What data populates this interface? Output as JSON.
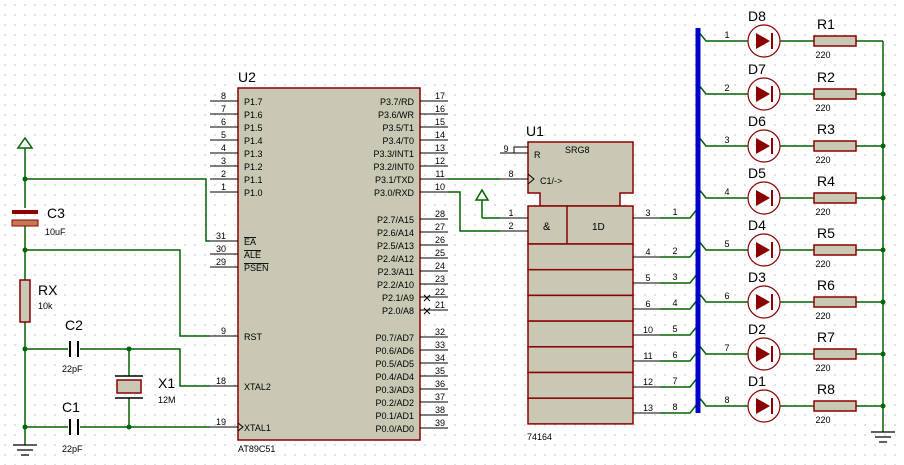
{
  "colors": {
    "wire": "#006400",
    "body": "#c8c8b4",
    "outline": "#8b0000",
    "bus": "#0000cc",
    "text": "#000000",
    "led": "#8b0000",
    "pin": "#000000"
  },
  "u2": {
    "ref": "U2",
    "part": "AT89C51",
    "left": [
      {
        "num": "8",
        "name": "P1.7"
      },
      {
        "num": "7",
        "name": "P1.6"
      },
      {
        "num": "6",
        "name": "P1.5"
      },
      {
        "num": "5",
        "name": "P1.4"
      },
      {
        "num": "4",
        "name": "P1.3"
      },
      {
        "num": "3",
        "name": "P1.2"
      },
      {
        "num": "2",
        "name": "P1.1"
      },
      {
        "num": "1",
        "name": "P1.0"
      },
      {
        "num": "31",
        "name": "EA"
      },
      {
        "num": "30",
        "name": "ALE"
      },
      {
        "num": "29",
        "name": "PSEN"
      },
      {
        "num": "9",
        "name": "RST"
      },
      {
        "num": "18",
        "name": "XTAL2"
      },
      {
        "num": "19",
        "name": "XTAL1"
      }
    ],
    "right": [
      {
        "num": "17",
        "name": "P3.7/RD"
      },
      {
        "num": "16",
        "name": "P3.6/WR"
      },
      {
        "num": "15",
        "name": "P3.5/T1"
      },
      {
        "num": "14",
        "name": "P3.4/T0"
      },
      {
        "num": "13",
        "name": "P3.3/INT1"
      },
      {
        "num": "12",
        "name": "P3.2/INT0"
      },
      {
        "num": "11",
        "name": "P3.1/TXD"
      },
      {
        "num": "10",
        "name": "P3.0/RXD"
      },
      {
        "num": "28",
        "name": "P2.7/A15"
      },
      {
        "num": "27",
        "name": "P2.6/A14"
      },
      {
        "num": "26",
        "name": "P2.5/A13"
      },
      {
        "num": "25",
        "name": "P2.4/A12"
      },
      {
        "num": "24",
        "name": "P2.3/A11"
      },
      {
        "num": "23",
        "name": "P2.2/A10"
      },
      {
        "num": "22",
        "name": "P2.1/A9"
      },
      {
        "num": "21",
        "name": "P2.0/A8"
      },
      {
        "num": "32",
        "name": "P0.7/AD7"
      },
      {
        "num": "33",
        "name": "P0.6/AD6"
      },
      {
        "num": "34",
        "name": "P0.5/AD5"
      },
      {
        "num": "35",
        "name": "P0.4/AD4"
      },
      {
        "num": "36",
        "name": "P0.3/AD3"
      },
      {
        "num": "37",
        "name": "P0.2/AD2"
      },
      {
        "num": "38",
        "name": "P0.1/AD1"
      },
      {
        "num": "39",
        "name": "P0.0/AD0"
      }
    ]
  },
  "u1": {
    "ref": "U1",
    "part": "74164",
    "title": "SRG8",
    "r_label": "R",
    "clk_label": "C1/->",
    "and_label": "&",
    "d_label": "1D",
    "in_pins": [
      {
        "num": "9"
      },
      {
        "num": "8"
      },
      {
        "num": "1"
      },
      {
        "num": "2"
      }
    ],
    "out_pins": [
      "3",
      "4",
      "5",
      "6",
      "10",
      "11",
      "12",
      "13"
    ]
  },
  "bus_labels": [
    "1",
    "2",
    "3",
    "4",
    "5",
    "6",
    "7",
    "8"
  ],
  "leds": [
    "D8",
    "D7",
    "D6",
    "D5",
    "D4",
    "D3",
    "D2",
    "D1"
  ],
  "resistors": [
    "R1",
    "R2",
    "R3",
    "R4",
    "R5",
    "R6",
    "R7",
    "R8"
  ],
  "led_res_value": "220",
  "c3": {
    "ref": "C3",
    "value": "10uF"
  },
  "rx": {
    "ref": "RX",
    "value": "10k"
  },
  "c2": {
    "ref": "C2",
    "value": "22pF"
  },
  "c1": {
    "ref": "C1",
    "value": "22pF"
  },
  "x1": {
    "ref": "X1",
    "value": "12M"
  }
}
